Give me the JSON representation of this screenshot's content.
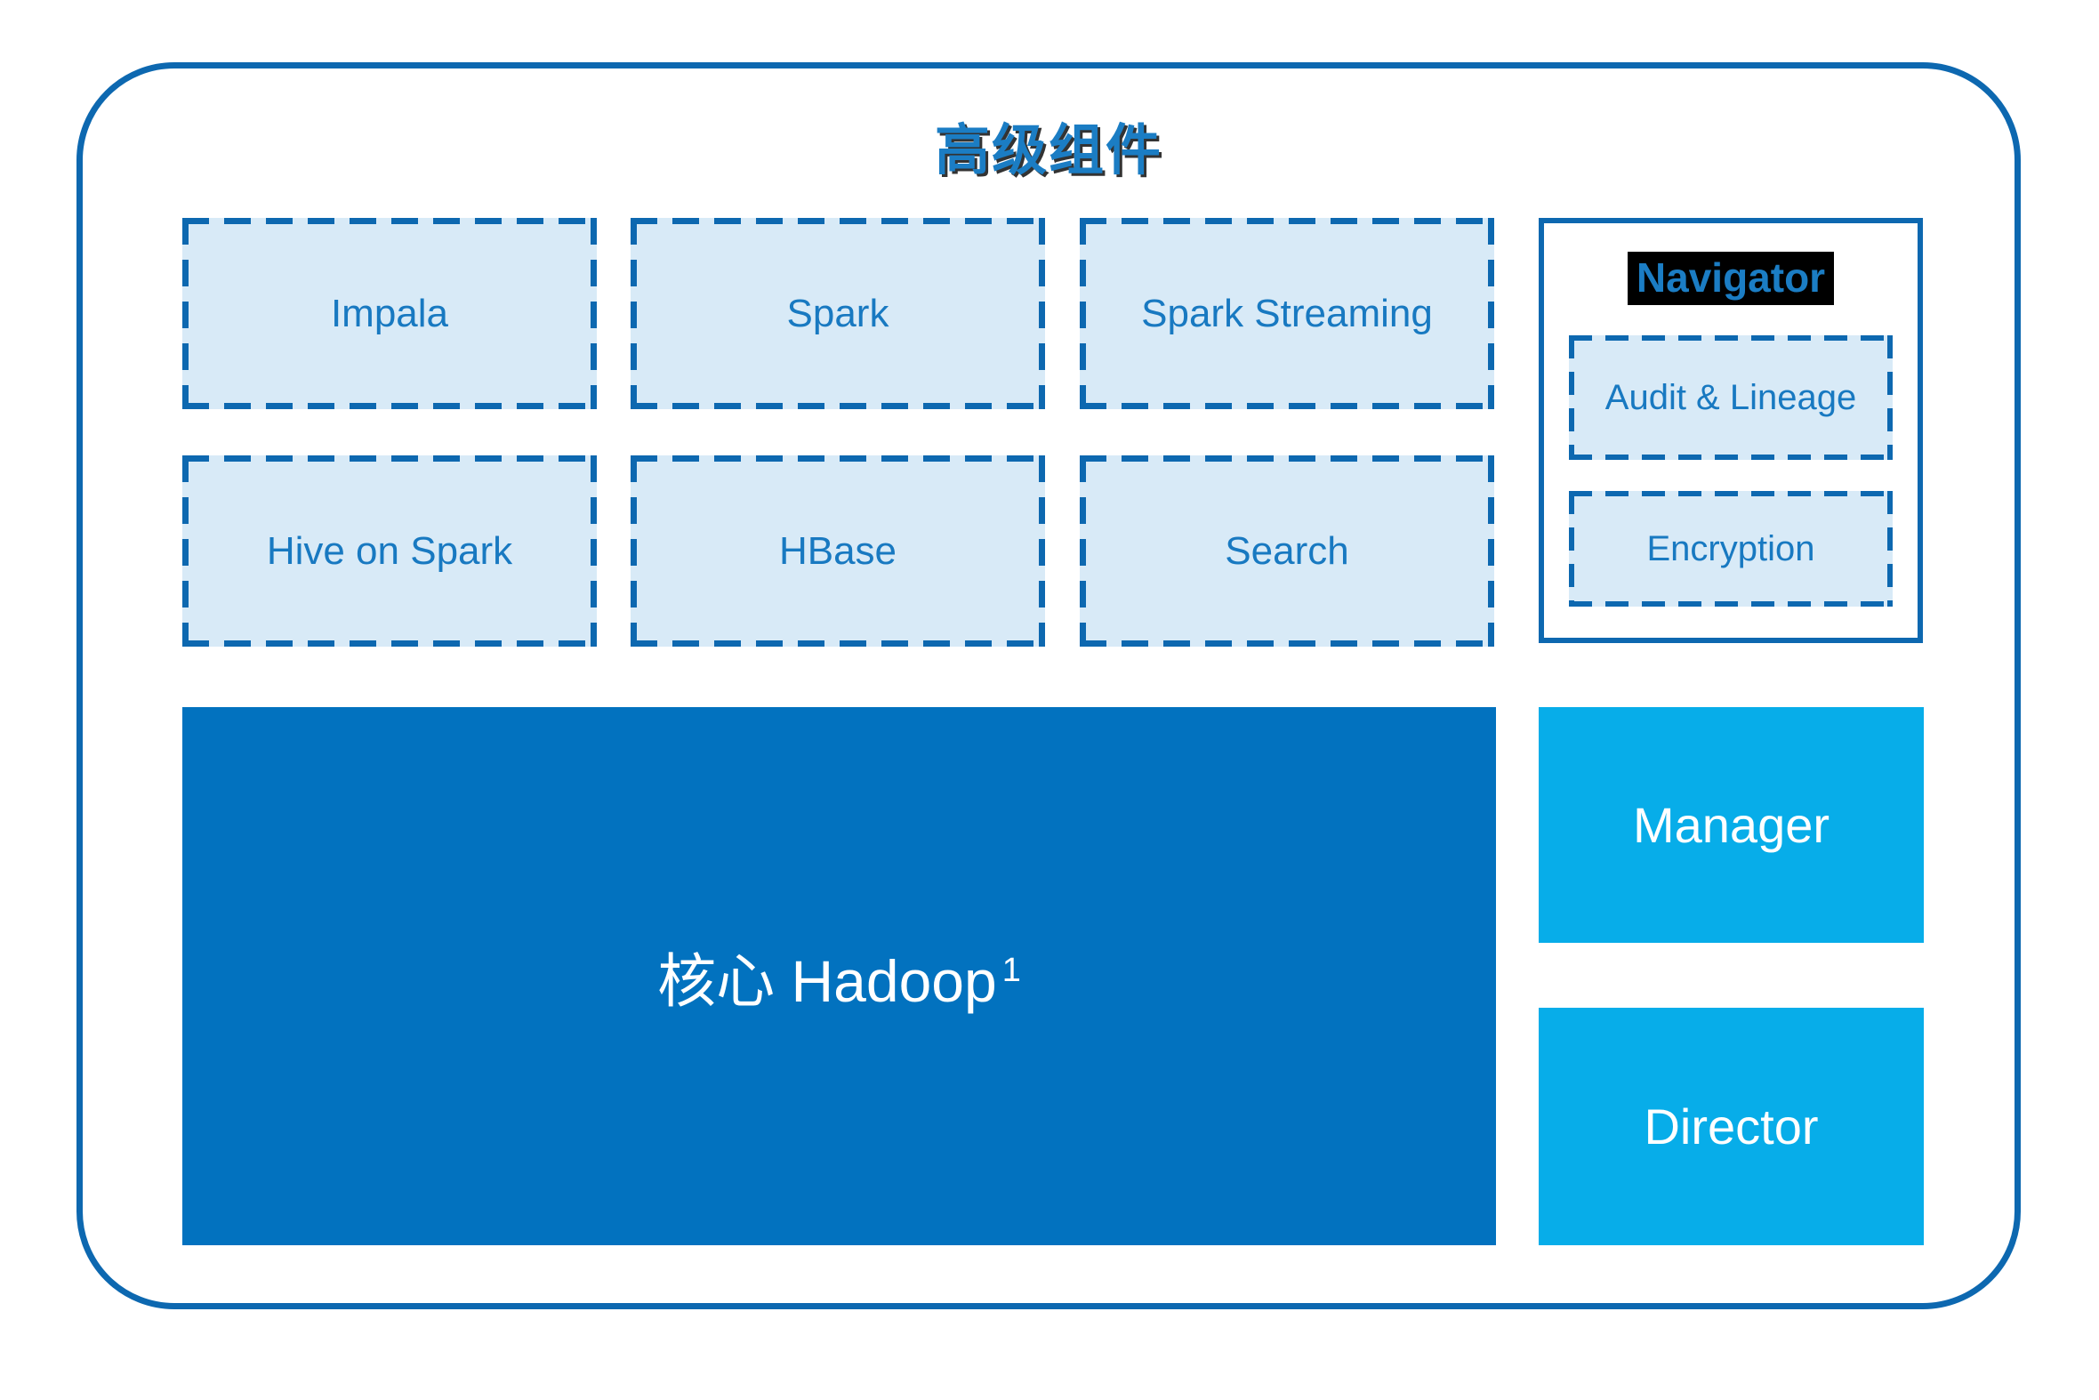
{
  "diagram": {
    "title": "高级组件",
    "components": [
      {
        "label": "Impala"
      },
      {
        "label": "Spark"
      },
      {
        "label": "Spark Streaming"
      },
      {
        "label": "Hive on Spark"
      },
      {
        "label": "HBase"
      },
      {
        "label": "Search"
      }
    ],
    "navigator": {
      "title": "Navigator",
      "items": [
        {
          "label": "Audit & Lineage"
        },
        {
          "label": "Encryption"
        }
      ]
    },
    "core": {
      "label": "核心 Hadoop",
      "superscript": "1"
    },
    "side_boxes": [
      {
        "label": "Manager"
      },
      {
        "label": "Director"
      }
    ],
    "colors": {
      "border_blue": "#0d68b0",
      "light_fill": "#d8eaf7",
      "label_blue": "#1879c1",
      "core_blue": "#0272bf",
      "cyan": "#07ade9",
      "title_highlight": "#000000"
    }
  }
}
